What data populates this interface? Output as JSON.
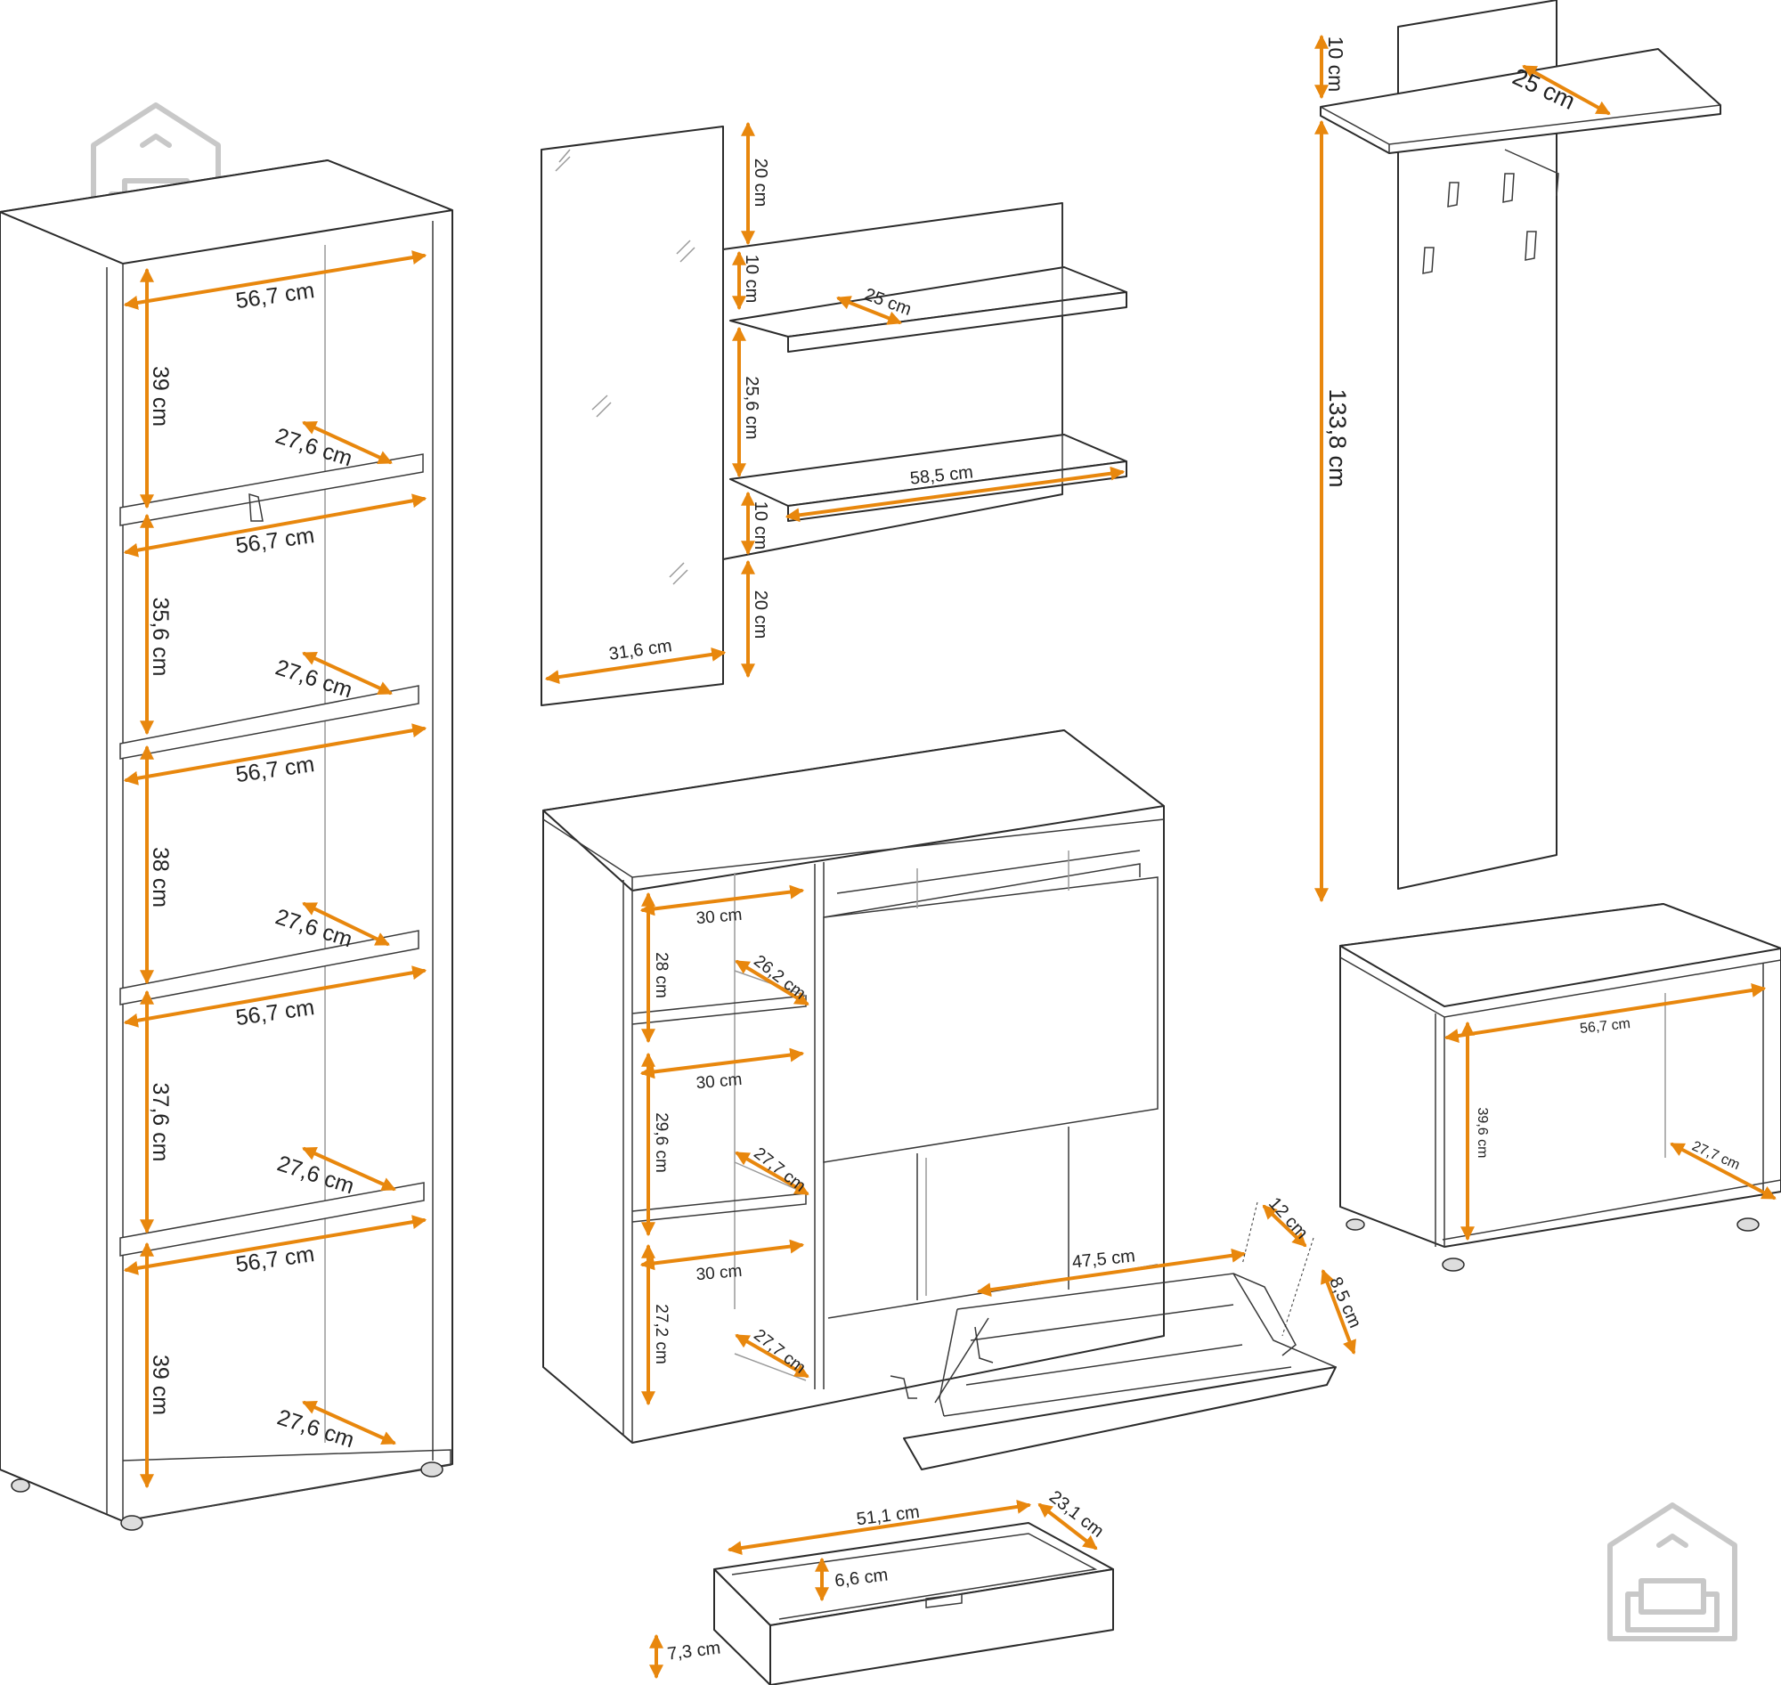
{
  "colors": {
    "dimension": "#e8870d",
    "outline": "#2b2b2b",
    "logo": "#c8c8c8"
  },
  "icons": [
    "house-sofa-logo-icon"
  ],
  "tall_shelf": {
    "widths": [
      "56,7 cm",
      "56,7 cm",
      "56,7 cm",
      "56,7 cm",
      "56,7 cm"
    ],
    "heights": [
      "39 cm",
      "35,6 cm",
      "38 cm",
      "37,6 cm",
      "39 cm"
    ],
    "depths": [
      "27,6 cm",
      "27,6 cm",
      "27,6 cm",
      "27,6 cm",
      "27,6 cm"
    ]
  },
  "mirror": {
    "width": "31,6 cm"
  },
  "wall_shelf": {
    "offsets": [
      "20 cm",
      "10 cm",
      "25,6 cm",
      "10 cm",
      "20 cm"
    ],
    "depth": "25 cm",
    "width": "58,5 cm"
  },
  "coat_panel": {
    "top_gap": "10 cm",
    "depth": "25 cm",
    "height": "133,8 cm"
  },
  "bench": {
    "width": "56,7 cm",
    "height": "39,6 cm",
    "depth": "27,7 cm"
  },
  "shoe_cabinet": {
    "shelf_widths": [
      "30 cm",
      "30 cm",
      "30 cm"
    ],
    "shelf_heights": [
      "28 cm",
      "29,6 cm",
      "27,2 cm"
    ],
    "shelf_depths": [
      "26,2 cm",
      "27,7 cm",
      "27,7 cm"
    ],
    "flap_width": "47,5 cm",
    "flap_depth_a": "12 cm",
    "flap_depth_b": "8,5 cm"
  },
  "drawer": {
    "width": "51,1 cm",
    "depth": "23,1 cm",
    "inner_height": "6,6 cm",
    "front_height": "7,3 cm"
  }
}
